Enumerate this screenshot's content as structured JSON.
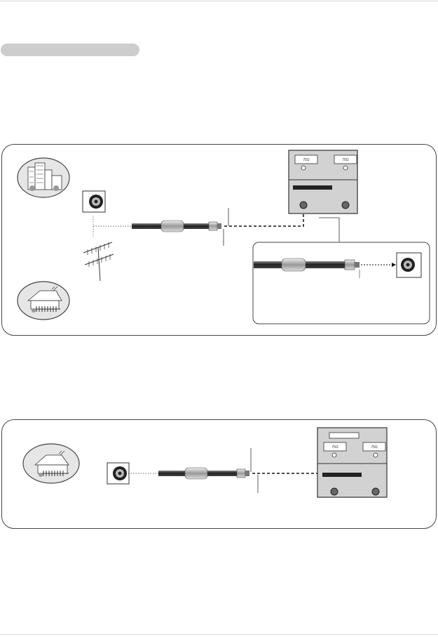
{
  "diagram": {
    "connection1": {
      "port_labels": [
        "75Ω",
        "75Ω"
      ]
    },
    "connection2": {
      "port_labels": [
        "75Ω",
        "75Ω"
      ]
    }
  },
  "colors": {
    "pill": "#cdcdcd",
    "border": "#444444",
    "device": "#cfcfcf"
  }
}
